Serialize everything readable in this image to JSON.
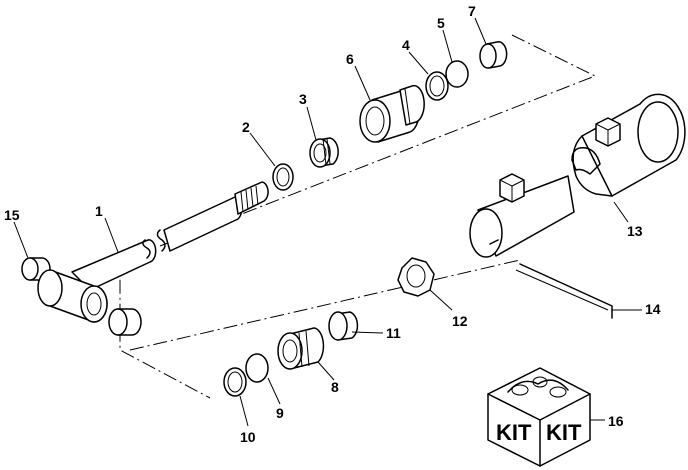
{
  "callouts": {
    "c1": "1",
    "c2": "2",
    "c3": "3",
    "c4": "4",
    "c5": "5",
    "c6": "6",
    "c7": "7",
    "c8": "8",
    "c9": "9",
    "c10": "10",
    "c11": "11",
    "c12": "12",
    "c13": "13",
    "c14": "14",
    "c15": "15",
    "c16": "16"
  },
  "kit_box": {
    "left_face": "KIT",
    "right_face": "KIT"
  }
}
